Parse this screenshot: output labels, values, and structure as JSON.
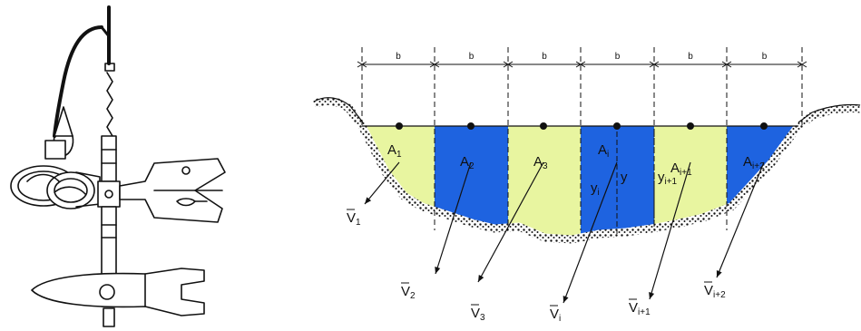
{
  "diagram": {
    "width_labels": [
      "b",
      "b",
      "b",
      "b",
      "b",
      "b"
    ],
    "sections": [
      {
        "area": "A",
        "area_sub": "1",
        "velocity": "V",
        "velocity_sub": "1",
        "depth": "",
        "depth_sub": "",
        "fill": "#e8f5a0"
      },
      {
        "area": "A",
        "area_sub": "2",
        "velocity": "V",
        "velocity_sub": "2",
        "depth": "",
        "depth_sub": "",
        "fill": "#1e63e0"
      },
      {
        "area": "A",
        "area_sub": "3",
        "velocity": "V",
        "velocity_sub": "3",
        "depth": "",
        "depth_sub": "",
        "fill": "#e8f5a0"
      },
      {
        "area": "A",
        "area_sub": "i",
        "velocity": "V",
        "velocity_sub": "i",
        "depth": "y",
        "depth_sub": "i",
        "fill": "#1e63e0"
      },
      {
        "area": "A",
        "area_sub": "i+1",
        "velocity": "V",
        "velocity_sub": "i+1",
        "depth": "y",
        "depth_sub": "i+1",
        "fill": "#e8f5a0"
      },
      {
        "area": "A",
        "area_sub": "i+2",
        "velocity": "V",
        "velocity_sub": "i+2",
        "depth": "",
        "depth_sub": "",
        "fill": "#1e63e0"
      }
    ],
    "bed_symbol": "y",
    "colors": {
      "light": "#e8f5a0",
      "dark": "#1e63e0",
      "line": "#111111"
    }
  }
}
